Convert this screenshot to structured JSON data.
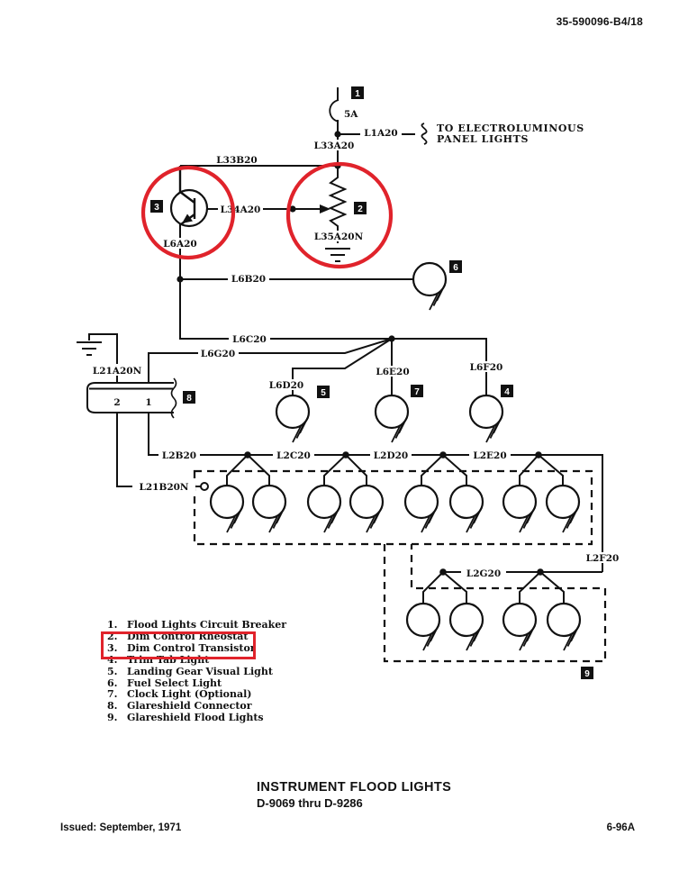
{
  "header": {
    "doc_number": "35-590096-B4/18"
  },
  "breaker": {
    "rating": "5A"
  },
  "annotation": {
    "to_line1": "TO ELECTROLUMINOUS",
    "to_line2": "PANEL LIGHTS",
    "highlight_color": "#e0232b"
  },
  "wires": {
    "l1a20": "L1A20",
    "l33a20": "L33A20",
    "l33b20": "L33B20",
    "l34a20": "L34A20",
    "l35a20n": "L35A20N",
    "l6a20": "L6A20",
    "l6b20": "L6B20",
    "l6c20": "L6C20",
    "l6d20": "L6D20",
    "l6e20": "L6E20",
    "l6f20": "L6F20",
    "l6g20": "L6G20",
    "l21a20n": "L21A20N",
    "l21b20n": "L21B20N",
    "l2b20": "L2B20",
    "l2c20": "L2C20",
    "l2d20": "L2D20",
    "l2e20": "L2E20",
    "l2f20": "L2F20",
    "l2g20": "L2G20"
  },
  "badges": {
    "b1": "1",
    "b2": "2",
    "b3": "3",
    "b4": "4",
    "b5": "5",
    "b6": "6",
    "b7": "7",
    "b8": "8",
    "b9": "9"
  },
  "connector": {
    "pin_left": "2",
    "pin_right": "1"
  },
  "legend": {
    "items": [
      {
        "num": "1.",
        "label": "Flood Lights Circuit Breaker"
      },
      {
        "num": "2.",
        "label": "Dim Control Rheostat"
      },
      {
        "num": "3.",
        "label": "Dim Control Transistor"
      },
      {
        "num": "4.",
        "label": "Trim Tab Light"
      },
      {
        "num": "5.",
        "label": "Landing Gear Visual Light"
      },
      {
        "num": "6.",
        "label": "Fuel Select Light"
      },
      {
        "num": "7.",
        "label": "Clock Light (Optional)"
      },
      {
        "num": "8.",
        "label": "Glareshield Connector"
      },
      {
        "num": "9.",
        "label": "Glareshield Flood Lights"
      }
    ]
  },
  "title_block": {
    "title": "INSTRUMENT FLOOD LIGHTS",
    "subtitle": "D-9069 thru D-9286"
  },
  "footer": {
    "issued": "Issued: September, 1971",
    "page": "6-96A"
  }
}
